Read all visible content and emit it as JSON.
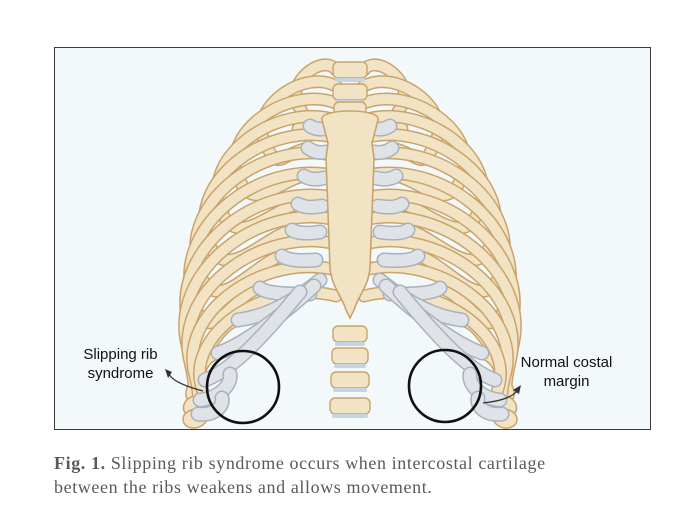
{
  "labels": {
    "left": [
      "Slipping rib",
      "syndrome"
    ],
    "right": [
      "Normal costal",
      "margin"
    ]
  },
  "caption": {
    "prefix": "Fig. 1.",
    "line1": "Slipping rib syndrome occurs when intercostal cartilage",
    "line2": "between the ribs weakens and allows movement."
  },
  "colors": {
    "bone": "#f2e3c4",
    "bone_outline": "#c9a46a",
    "cartilage": "#dfe3e8",
    "cartilage_outline": "#a9b1ba",
    "background": "#f3f8fb",
    "circle": "#111111"
  }
}
